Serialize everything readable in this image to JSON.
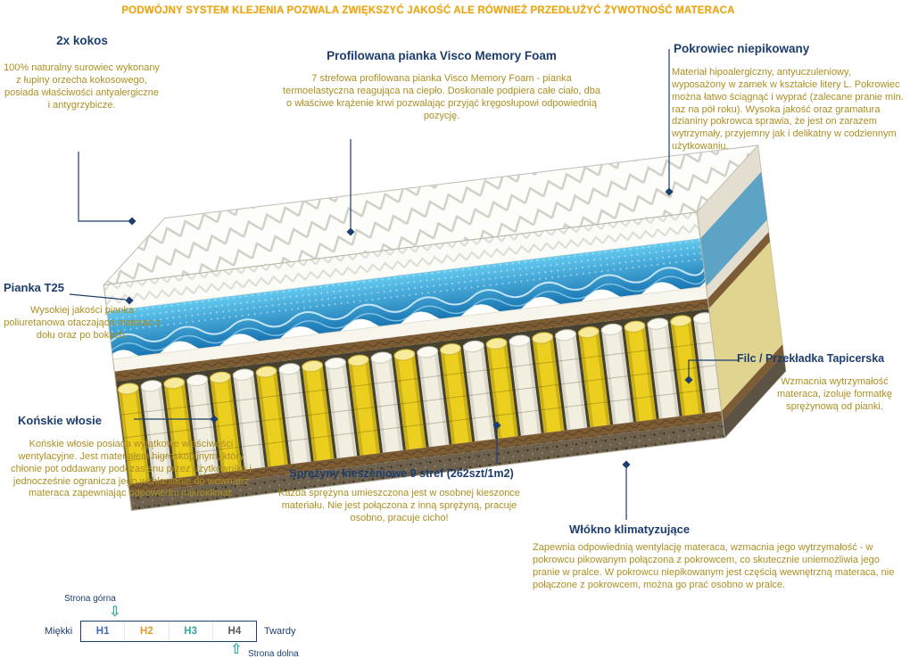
{
  "header": {
    "text": "PODWÓJNY SYSTEM KLEJENIA POZWALA ZWIĘKSZYĆ JAKOŚĆ ALE RÓWNIEŻ PRZEDŁUŻYĆ ŻYWOTNOŚĆ MATERACA"
  },
  "callouts": {
    "kokos": {
      "title": "2x kokos",
      "body": "100% naturalny surowiec wykonany z łupiny orzecha kokosowego, posiada właściwości antyalergiczne i antygrzybicze."
    },
    "visco": {
      "title": "Profilowana pianka Visco Memory Foam",
      "body": "7 strefowa profilowana pianka Visco Memory Foam - pianka termoelastyczna reagująca na ciepło. Doskonale podpiera całe ciało, dba o właściwe krążenie krwi pozwalając przyjąć kręgosłupowi odpowiednią pozycję."
    },
    "pokrowiec": {
      "title": "Pokrowiec niepikowany",
      "body": "Materiał hipoalergiczny, antyuczuleniowy, wyposażony w zamek w kształcie litery L. Pokrowiec można łatwo ściągnąć i wyprać (zalecane pranie min. raz na pół roku). Wysoka jakość oraz gramatura dzianiny pokrowca sprawia, że jest on zarazem wytrzymały, przyjemny jak i delikatny w codziennym użytkowaniu."
    },
    "t25": {
      "title": "Pianka T25",
      "body": "Wysokiej jakości pianka poliuretanowa otaczająca materac z dołu oraz po bokach."
    },
    "konskie": {
      "title": "Końskie włosie",
      "body": "Końskie włosie posiada wyjątkowe właściwości wentylacyjne. Jest materiałem higroskopijnym, który chłonie pot oddawany podczas snu przez użytkownika i jednocześnie ogranicza jego wchłanianie do wewnątrz materaca zapewniając odpowiedni mikroklimat."
    },
    "sprezyny": {
      "title": "Sprężyny kieszeniowe 9 stref (262szt/1m2)",
      "body": "Każda sprężyna umieszczona jest w osobnej kieszonce materiału. Nie jest połączona z inną sprężyną, pracuje osobno, pracuje cicho!"
    },
    "filc": {
      "title": "Filc / Przekładka Tapicerska",
      "body": "Wzmacnia wytrzymałość materaca, izoluje formatkę sprężynową od pianki."
    },
    "wlokno": {
      "title": "Włókno klimatyzujące",
      "body": "Zapewnia odpowiednią wentylację materaca, wzmacnia jego wytrzymałość - w pokrowcu pikowanym połączona z pokrowcem, co skutecznie uniemożliwia jego pranie w pralce. W pokrowcu niepikowanym jest częścią wewnętrzną materaca, nie połączone z pokrowcem, można go prać osobno w pralce."
    }
  },
  "scale": {
    "top_label": "Strona górna",
    "bottom_label": "Strona dolna",
    "soft_label": "Miękki",
    "hard_label": "Twardy",
    "arrow_down_glyph": "⇩",
    "arrow_up_glyph": "⇧",
    "levels": [
      {
        "label": "H1",
        "color": "#3f6bb4"
      },
      {
        "label": "H2",
        "color": "#e39a2c"
      },
      {
        "label": "H3",
        "color": "#2ea8a0"
      },
      {
        "label": "H4",
        "color": "#5a5a5a"
      }
    ]
  },
  "colors": {
    "heading_navy": "#1d3d6e",
    "body_gold": "#ab8f22",
    "banner_orange": "#efa80c",
    "visco_blue": "#2f8fc2",
    "spring_yellow": "#eccf1e",
    "coconut_brown": "#7c5c34",
    "arrow_teal": "#2ea8a0"
  }
}
